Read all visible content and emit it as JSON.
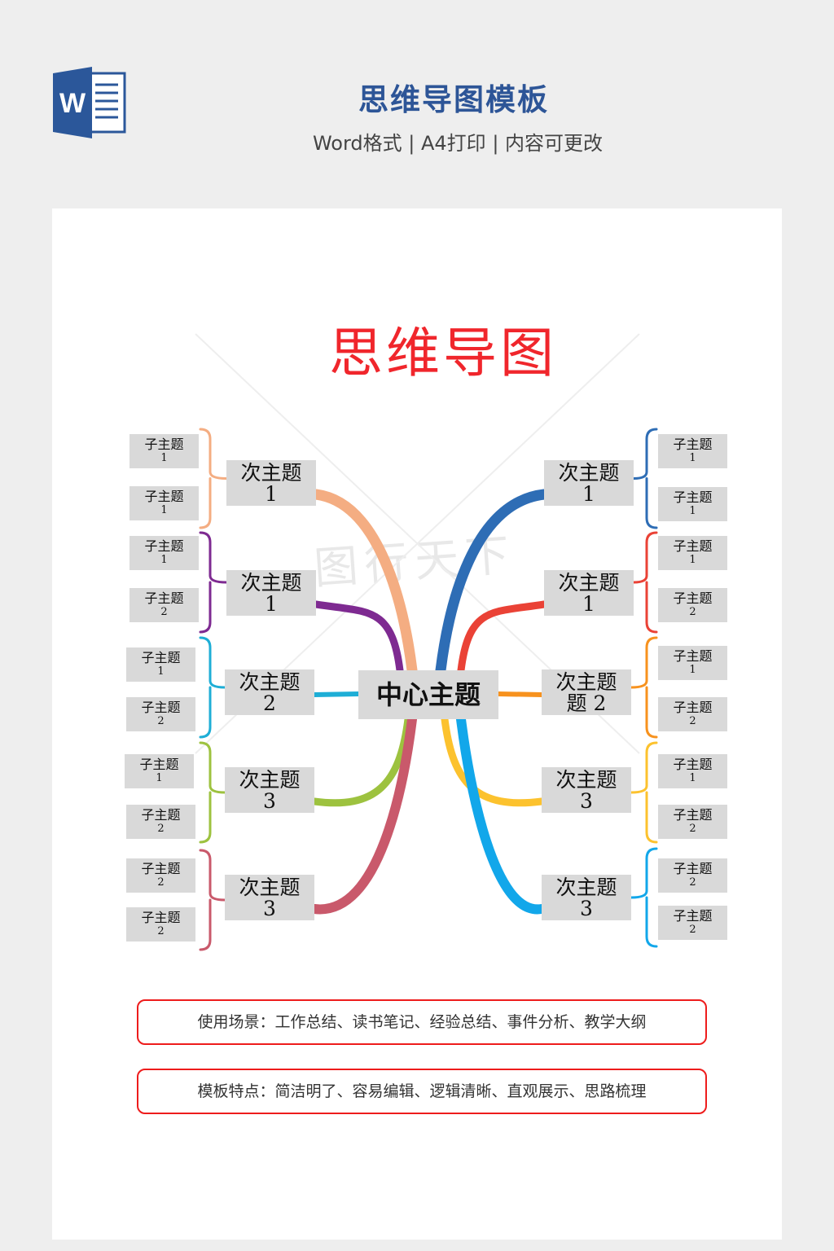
{
  "header": {
    "icon_letter": "W",
    "title": "思维导图模板",
    "subtitle": "Word格式 | A4打印 | 内容可更改"
  },
  "document": {
    "title": "思维导图",
    "watermark": "图行天下",
    "center": "中心主题",
    "left_branches": [
      {
        "label": "次主题",
        "num": "1",
        "color": "#f4ad82",
        "subs": [
          {
            "label": "子主题",
            "num": "1"
          },
          {
            "label": "子主题",
            "num": "1"
          }
        ]
      },
      {
        "label": "次主题",
        "num": "1",
        "color": "#7e2a91",
        "subs": [
          {
            "label": "子主题",
            "num": "1"
          },
          {
            "label": "子主题",
            "num": "2"
          }
        ]
      },
      {
        "label": "次主题",
        "num": "2",
        "color": "#1eaed6",
        "subs": [
          {
            "label": "子主题",
            "num": "1"
          },
          {
            "label": "子主题",
            "num": "2"
          }
        ]
      },
      {
        "label": "次主题",
        "num": "3",
        "color": "#9dc23f",
        "subs": [
          {
            "label": "子主题",
            "num": "1"
          },
          {
            "label": "子主题",
            "num": "2"
          }
        ]
      },
      {
        "label": "次主题",
        "num": "3",
        "color": "#c9596b",
        "subs": [
          {
            "label": "子主题",
            "num": "2"
          },
          {
            "label": "子主题",
            "num": "2"
          }
        ]
      }
    ],
    "right_branches": [
      {
        "label": "次主题",
        "num": "1",
        "color": "#2e6db5",
        "subs": [
          {
            "label": "子主题",
            "num": "1"
          },
          {
            "label": "子主题",
            "num": "1"
          }
        ]
      },
      {
        "label": "次主题",
        "num": "1",
        "color": "#ea4236",
        "subs": [
          {
            "label": "子主题",
            "num": "1"
          },
          {
            "label": "子主题",
            "num": "2"
          }
        ]
      },
      {
        "label": "次主题",
        "num": "题 2",
        "color": "#f7921e",
        "subs": [
          {
            "label": "子主题",
            "num": "1"
          },
          {
            "label": "子主题",
            "num": "2"
          }
        ]
      },
      {
        "label": "次主题",
        "num": "3",
        "color": "#fcc22e",
        "subs": [
          {
            "label": "子主题",
            "num": "1"
          },
          {
            "label": "子主题",
            "num": "2"
          }
        ]
      },
      {
        "label": "次主题",
        "num": "3",
        "color": "#12a7ea",
        "subs": [
          {
            "label": "子主题",
            "num": "2"
          },
          {
            "label": "子主题",
            "num": "2"
          }
        ]
      }
    ],
    "notes": [
      "使用场景：工作总结、读书笔记、经验总结、事件分析、教学大纲",
      "模板特点：简洁明了、容易编辑、逻辑清晰、直观展示、思路梳理"
    ]
  }
}
